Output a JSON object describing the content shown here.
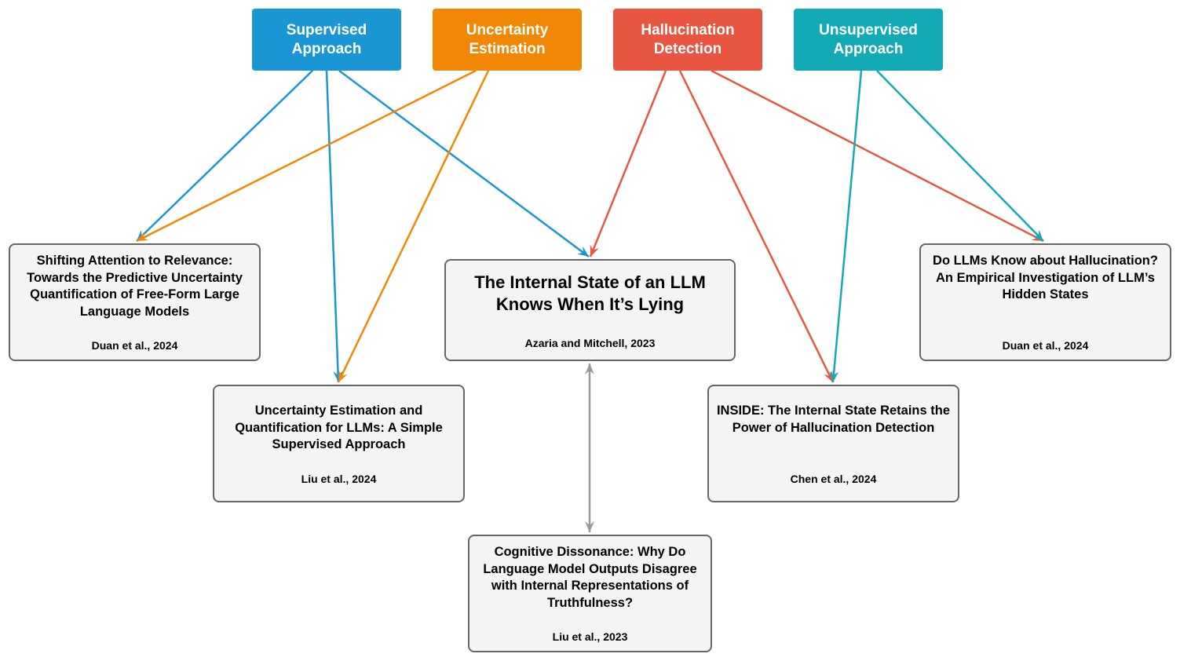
{
  "categories": {
    "supervised": {
      "line1": "Supervised",
      "line2": "Approach",
      "color": "#1a96d4"
    },
    "uncertainty": {
      "line1": "Uncertainty",
      "line2": "Estimation",
      "color": "#f08705"
    },
    "hallucination": {
      "line1": "Hallucination",
      "line2": "Detection",
      "color": "#e85642"
    },
    "unsupervised": {
      "line1": "Unsupervised",
      "line2": "Approach",
      "color": "#12aab5"
    }
  },
  "papers": {
    "shifting": {
      "title": "Shifting Attention to Relevance: Towards the Predictive Uncertainty Quantification of Free-Form Large Language Models",
      "author": "Duan et al., 2024"
    },
    "internal_state": {
      "title": "The Internal State of an LLM Knows When It’s Lying",
      "author": "Azaria and Mitchell, 2023"
    },
    "do_llms_know": {
      "title": "Do LLMs Know about Hallucination? An Empirical Investigation of LLM’s Hidden States",
      "author": "Duan et al., 2024"
    },
    "uncertainty_est": {
      "title": "Uncertainty Estimation and Quantification for LLMs: A Simple Supervised Approach",
      "author": "Liu et al., 2024"
    },
    "inside": {
      "title": "INSIDE: The Internal State Retains the Power of Hallucination Detection",
      "author": "Chen et al., 2024"
    },
    "cognitive": {
      "title": "Cognitive Dissonance: Why Do Language Model Outputs Disagree with Internal Representations of Truthfulness?",
      "author": "Liu et al., 2023"
    }
  },
  "edges": [
    {
      "from": "supervised",
      "to": "shifting"
    },
    {
      "from": "supervised",
      "to": "uncertainty_est"
    },
    {
      "from": "supervised",
      "to": "internal_state"
    },
    {
      "from": "uncertainty",
      "to": "shifting"
    },
    {
      "from": "uncertainty",
      "to": "uncertainty_est"
    },
    {
      "from": "hallucination",
      "to": "internal_state"
    },
    {
      "from": "hallucination",
      "to": "inside"
    },
    {
      "from": "hallucination",
      "to": "do_llms_know"
    },
    {
      "from": "unsupervised",
      "to": "inside"
    },
    {
      "from": "unsupervised",
      "to": "do_llms_know"
    },
    {
      "from": "internal_state",
      "to": "cognitive",
      "bidirectional": true,
      "color": "#999999"
    }
  ]
}
